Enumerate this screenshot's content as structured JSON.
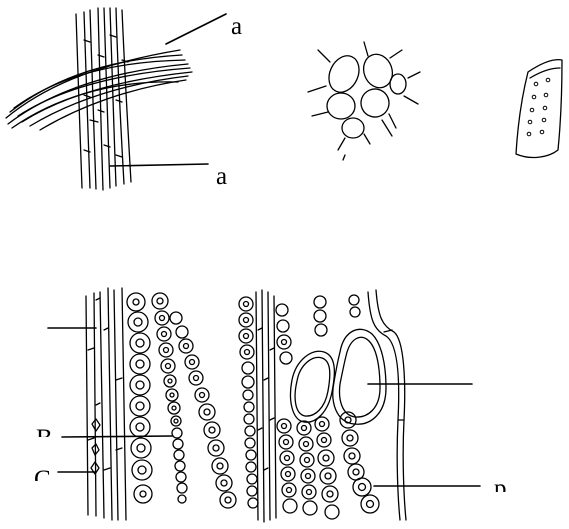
{
  "figure": {
    "labels": {
      "fiber_bundle_top": "a",
      "fiber_bundle_bottom": "a",
      "lower_B": "B",
      "lower_C": "C",
      "lower_p": "p"
    }
  }
}
